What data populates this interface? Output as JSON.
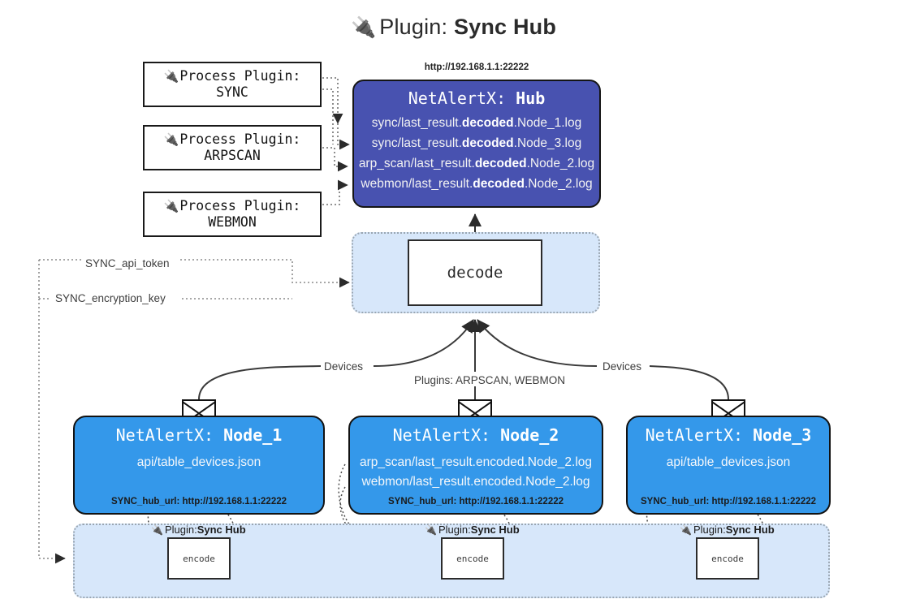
{
  "title": {
    "icon": "plug-icon",
    "prefix": "Plugin: ",
    "name": "Sync Hub"
  },
  "process_plugins": [
    {
      "icon": "plug-icon",
      "line1": "Process Plugin:",
      "line2": "SYNC"
    },
    {
      "icon": "plug-icon",
      "line1": "Process Plugin:",
      "line2": "ARPSCAN"
    },
    {
      "icon": "plug-icon",
      "line1": "Process Plugin:",
      "line2": "WEBMON"
    }
  ],
  "hub": {
    "url": "http://192.168.1.1:22222",
    "title_prefix": "NetAlertX: ",
    "title_name": "Hub",
    "logs": [
      {
        "pre": "sync/last_result.",
        "mid": "decoded",
        "post": ".Node_1.log"
      },
      {
        "pre": "sync/last_result.",
        "mid": "decoded",
        "post": ".Node_3.log"
      },
      {
        "pre": "arp_scan/last_result.",
        "mid": "decoded",
        "post": ".Node_2.log"
      },
      {
        "pre": "webmon/last_result.",
        "mid": "decoded",
        "post": ".Node_2.log"
      }
    ]
  },
  "decode": {
    "label": "decode"
  },
  "edge_labels": {
    "api_token": "SYNC_api_token",
    "encryption_key": "SYNC_encryption_key",
    "devices_left": "Devices",
    "devices_right": "Devices",
    "plugins_middle": "Plugins: ARPSCAN, WEBMON"
  },
  "nodes": [
    {
      "title_prefix": "NetAlertX: ",
      "title_name": "Node_1",
      "lines": [
        "api/table_devices.json"
      ],
      "footer": "SYNC_hub_url: http://192.168.1.1:22222"
    },
    {
      "title_prefix": "NetAlertX: ",
      "title_name": "Node_2",
      "lines": [
        "arp_scan/last_result.encoded.Node_2.log",
        "webmon/last_result.encoded.Node_2.log"
      ],
      "footer": "SYNC_hub_url: http://192.168.1.1:22222"
    },
    {
      "title_prefix": "NetAlertX: ",
      "title_name": "Node_3",
      "lines": [
        "api/table_devices.json"
      ],
      "footer": "SYNC_hub_url: http://192.168.1.1:22222"
    }
  ],
  "encoders": [
    {
      "label": "encode",
      "plugin_prefix": "Plugin: ",
      "plugin_name": "Sync Hub",
      "icon": "plug-icon"
    },
    {
      "label": "encode",
      "plugin_prefix": "Plugin: ",
      "plugin_name": "Sync Hub",
      "icon": "plug-icon"
    },
    {
      "label": "encode",
      "plugin_prefix": "Plugin: ",
      "plugin_name": "Sync Hub",
      "icon": "plug-icon"
    }
  ],
  "colors": {
    "hub": "#4852b0",
    "node": "#3498ea",
    "container": "#d7e7fa",
    "stroke": "#2b2b2b",
    "background": "#ffffff"
  }
}
